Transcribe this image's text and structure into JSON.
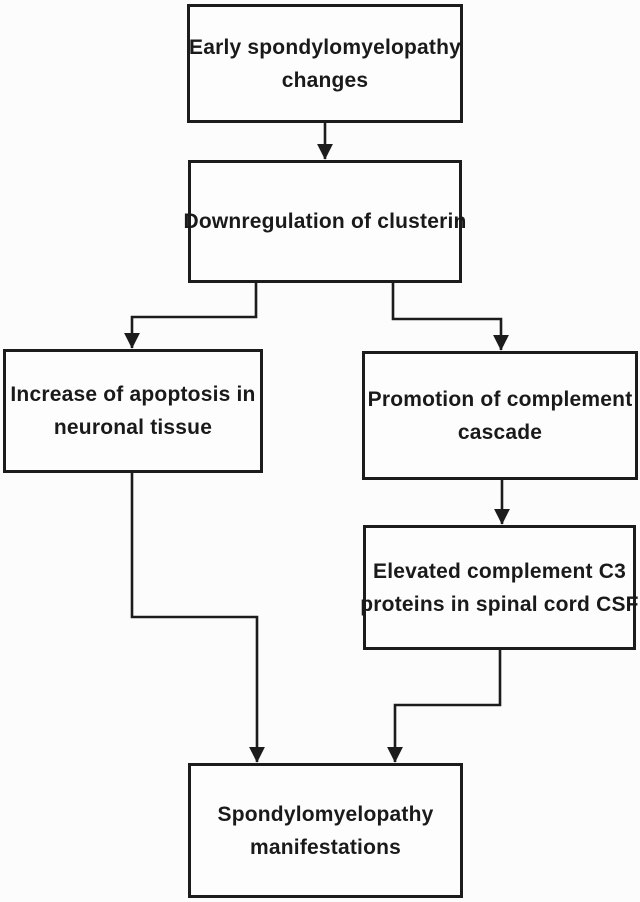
{
  "diagram": {
    "type": "flowchart",
    "direction": "top-down",
    "nodes": [
      {
        "id": "early-changes",
        "lines": [
          "Early spondylomyelopathy",
          "changes"
        ]
      },
      {
        "id": "downregulation",
        "lines": [
          "Downregulation of clusterin"
        ]
      },
      {
        "id": "apoptosis",
        "lines": [
          "Increase of apoptosis in",
          "neuronal tissue"
        ]
      },
      {
        "id": "complement-cascade",
        "lines": [
          "Promotion of complement",
          "cascade"
        ]
      },
      {
        "id": "c3-proteins",
        "lines": [
          "Elevated complement C3",
          "proteins in spinal cord CSF"
        ]
      },
      {
        "id": "manifestations",
        "lines": [
          "Spondylomyelopathy",
          "manifestations"
        ]
      }
    ],
    "edges": [
      {
        "from": "early-changes",
        "to": "downregulation"
      },
      {
        "from": "downregulation",
        "to": "apoptosis"
      },
      {
        "from": "downregulation",
        "to": "complement-cascade"
      },
      {
        "from": "complement-cascade",
        "to": "c3-proteins"
      },
      {
        "from": "apoptosis",
        "to": "manifestations"
      },
      {
        "from": "c3-proteins",
        "to": "manifestations"
      }
    ],
    "colors": {
      "box_border": "#1c1c1c",
      "text": "#1a1a1a",
      "arrow": "#1c1c1c",
      "background": "#fcfcfc",
      "box_fill": "#fdfdfd"
    }
  }
}
